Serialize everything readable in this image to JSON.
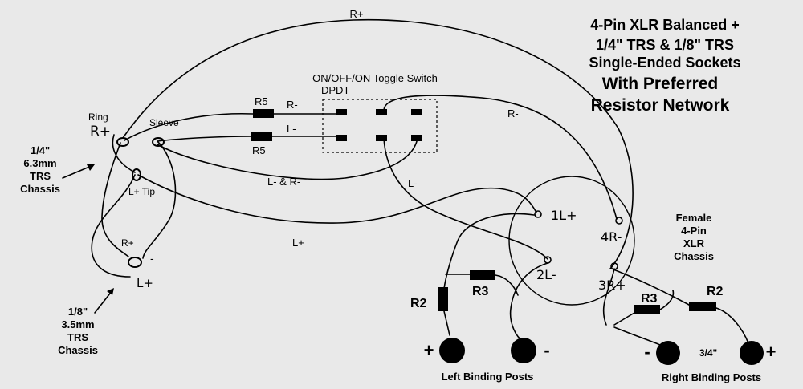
{
  "title": {
    "line1": "4-Pin XLR Balanced +",
    "line2": "1/4\" TRS & 1/8\" TRS",
    "line3": "Single-Ended Sockets",
    "line4": "With Preferred",
    "line5": "Resistor Network"
  },
  "switch": {
    "label1": "ON/OFF/ON Toggle Switch",
    "label2": "DPDT"
  },
  "trs_quarter": {
    "size": "1/4\"",
    "mm": "6.3mm",
    "type": "TRS",
    "chassis": "Chassis",
    "ring": "Ring",
    "ring_mark": "R+",
    "sleeve": "Sleeve",
    "tip": "L+ Tip"
  },
  "trs_eighth": {
    "size": "1/8\"",
    "mm": "3.5mm",
    "type": "TRS",
    "chassis": "Chassis",
    "r_plus": "R+",
    "minus": "-",
    "l_plus": "L+"
  },
  "xlr": {
    "line1": "Female",
    "line2": "4-Pin",
    "line3": "XLR",
    "line4": "Chassis",
    "pin1": "1L+",
    "pin2": "2L-",
    "pin3": "3R+",
    "pin4": "4R-"
  },
  "wires": {
    "r_plus_top": "R+",
    "r_minus_top": "R-",
    "r_minus_right": "R-",
    "l_minus_sw": "L-",
    "l_minus_down": "L-",
    "l_and_r_minus": "L- & R-",
    "l_plus": "L+"
  },
  "resistors": {
    "r5_top": "R5",
    "r5_bottom": "R5",
    "r3_left": "R3",
    "r2_left": "R2",
    "r3_right": "R3",
    "r2_right": "R2"
  },
  "posts": {
    "left_plus": "+",
    "left_minus": "-",
    "left_label": "Left Binding Posts",
    "right_minus": "-",
    "right_spacing": "3/4\"",
    "right_plus": "+",
    "right_label": "Right Binding Posts"
  }
}
